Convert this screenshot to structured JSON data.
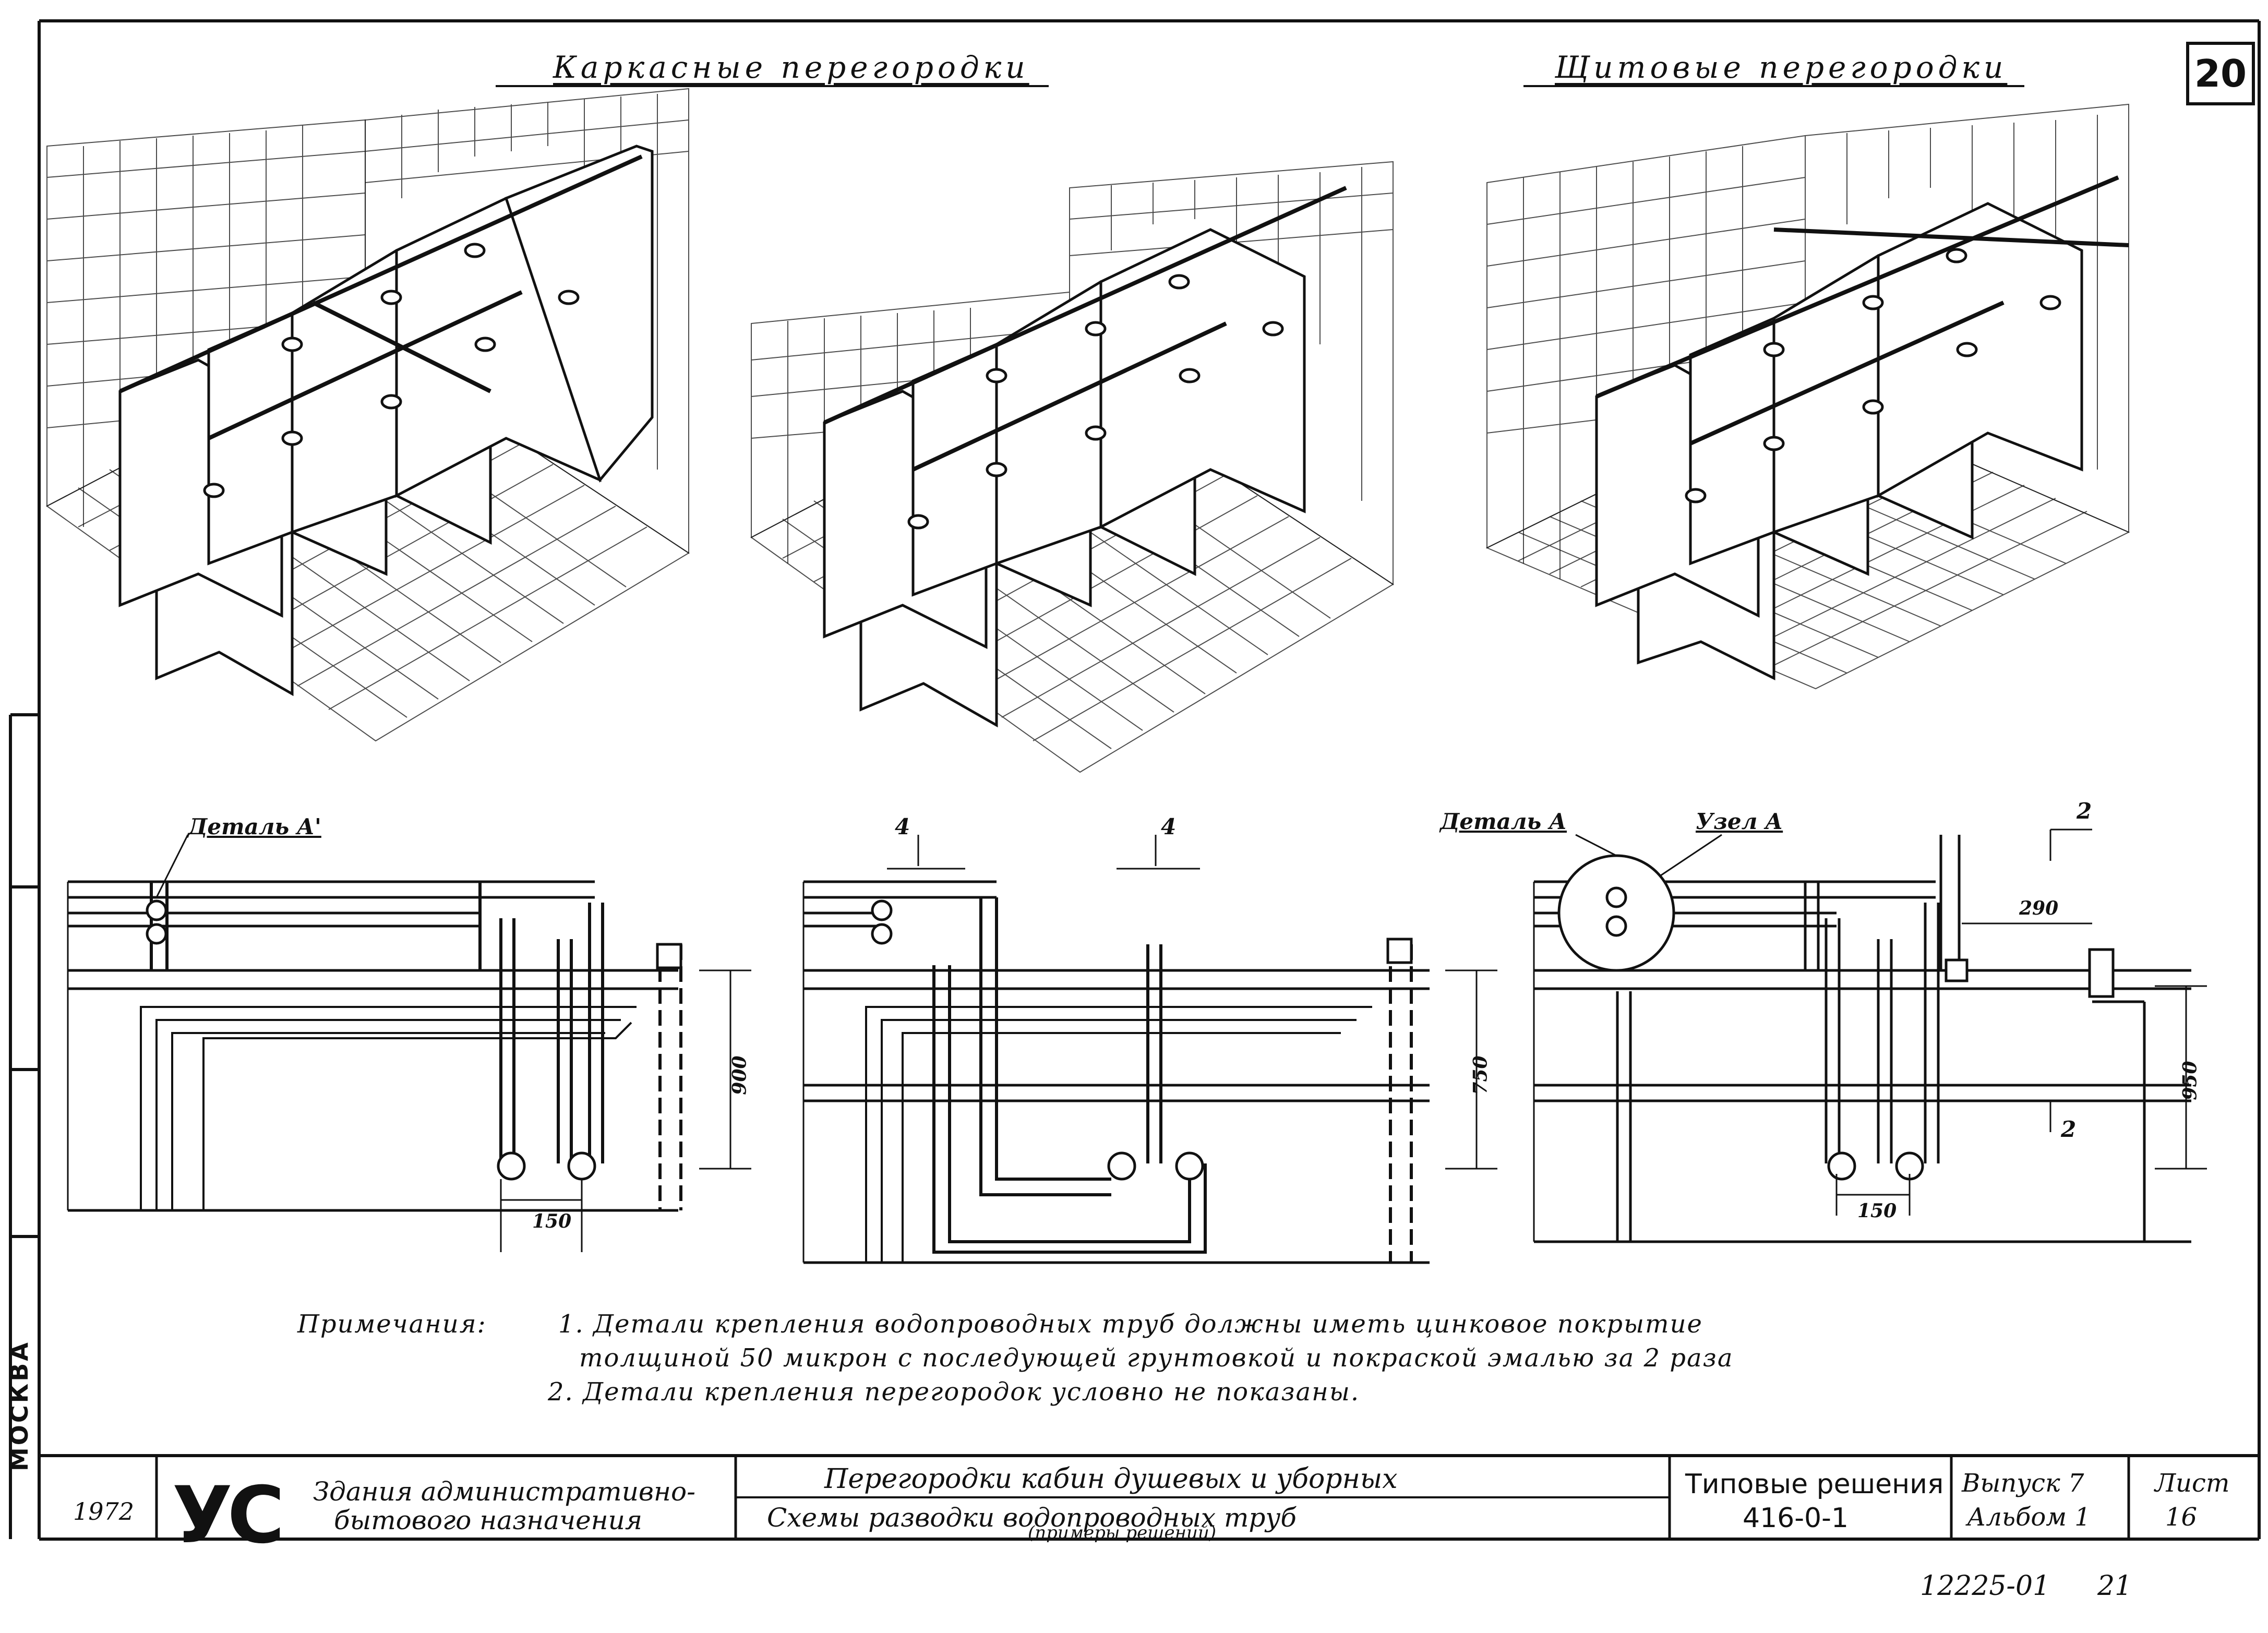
{
  "sheet_number": "20",
  "sections": {
    "frame_title": "Каркасные перегородки",
    "panel_title": "Щитовые перегородки"
  },
  "labels": {
    "detail_a_prime": "Деталь А'",
    "section_4_left": "4",
    "section_4_right": "4",
    "detail_a": "Деталь А",
    "node_a": "Узел А",
    "section_2_top": "2",
    "section_2_bottom": "2",
    "dim_290": "290",
    "dim_150_left": "150",
    "dim_150_right": "150",
    "dim_900": "900",
    "dim_750": "750",
    "dim_950": "950"
  },
  "notes": {
    "heading": "Примечания:",
    "line1": "1. Детали крепления водопроводных труб должны иметь цинковое покрытие",
    "line2": "толщиной 50 микрон с последующей грунтовкой и покраской эмалью за 2 раза",
    "line3": "2. Детали крепления перегородок условно не показаны."
  },
  "title_block": {
    "year": "1972",
    "logo": "УС",
    "building_type_1": "Здания административно-",
    "building_type_2": "бытового назначения",
    "title_1": "Перегородки кабин душевых и уборных",
    "title_2": "Схемы разводки водопроводных труб",
    "title_3": "(примеры решений)",
    "series_label": "Типовые решения",
    "series_code": "416-0-1",
    "issue": "Выпуск 7",
    "album": "Альбом 1",
    "sheet_label": "Лист",
    "sheet_no": "16"
  },
  "archive_number": "12225-01",
  "archive_page": "21",
  "city": "МОСКВА"
}
